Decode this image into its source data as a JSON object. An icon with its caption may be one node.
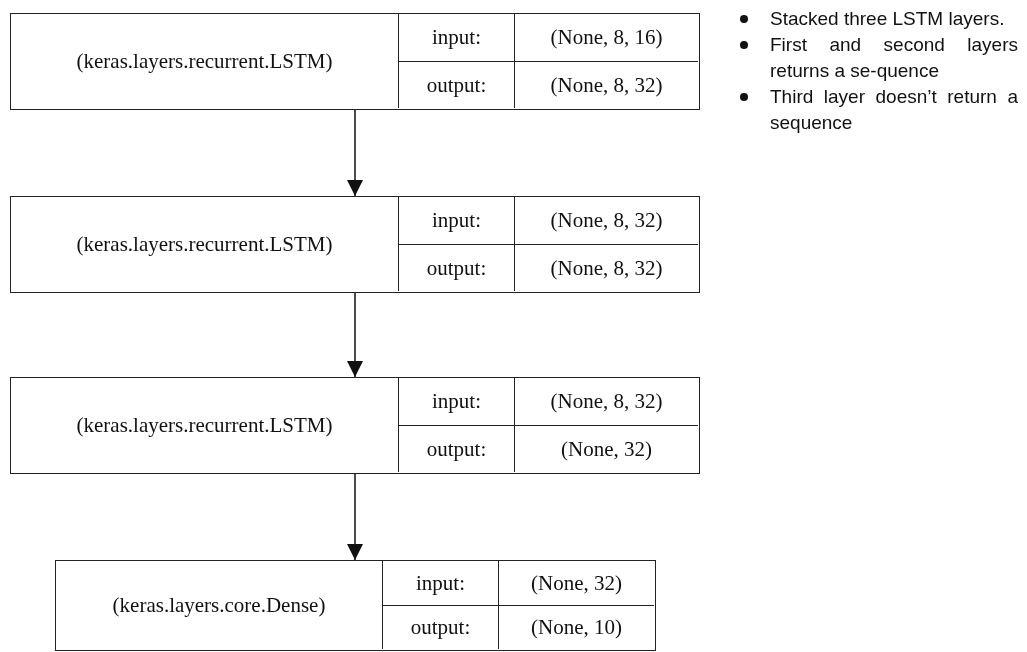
{
  "diagram": {
    "nodes": [
      {
        "text": [
          "(keras.layers.recurrent.LSTM)",
          "input:",
          "(None, 8, 16)",
          "output:",
          "(None, 8, 32)"
        ]
      },
      {
        "text": [
          "(keras.layers.recurrent.LSTM)",
          "input:",
          "(None, 8, 32)",
          "output:",
          "(None, 8, 32)"
        ]
      },
      {
        "text": [
          "(keras.layers.recurrent.LSTM)",
          "input:",
          "(None, 8, 32)",
          "output:",
          "(None, 32)"
        ]
      },
      {
        "text": [
          "(keras.layers.core.Dense)",
          "input:",
          "(None, 32)",
          "output:",
          "(None, 10)"
        ]
      }
    ],
    "edges": [
      {
        "from": 0,
        "to": 1,
        "arrow": "to"
      },
      {
        "from": 1,
        "to": 2,
        "arrow": "to"
      },
      {
        "from": 2,
        "to": 3,
        "arrow": "to"
      }
    ],
    "labels": [
      "Stacked three LSTM layers.",
      "First and second layers returns a se-quence",
      "Third layer doesn’t return a sequence"
    ]
  }
}
